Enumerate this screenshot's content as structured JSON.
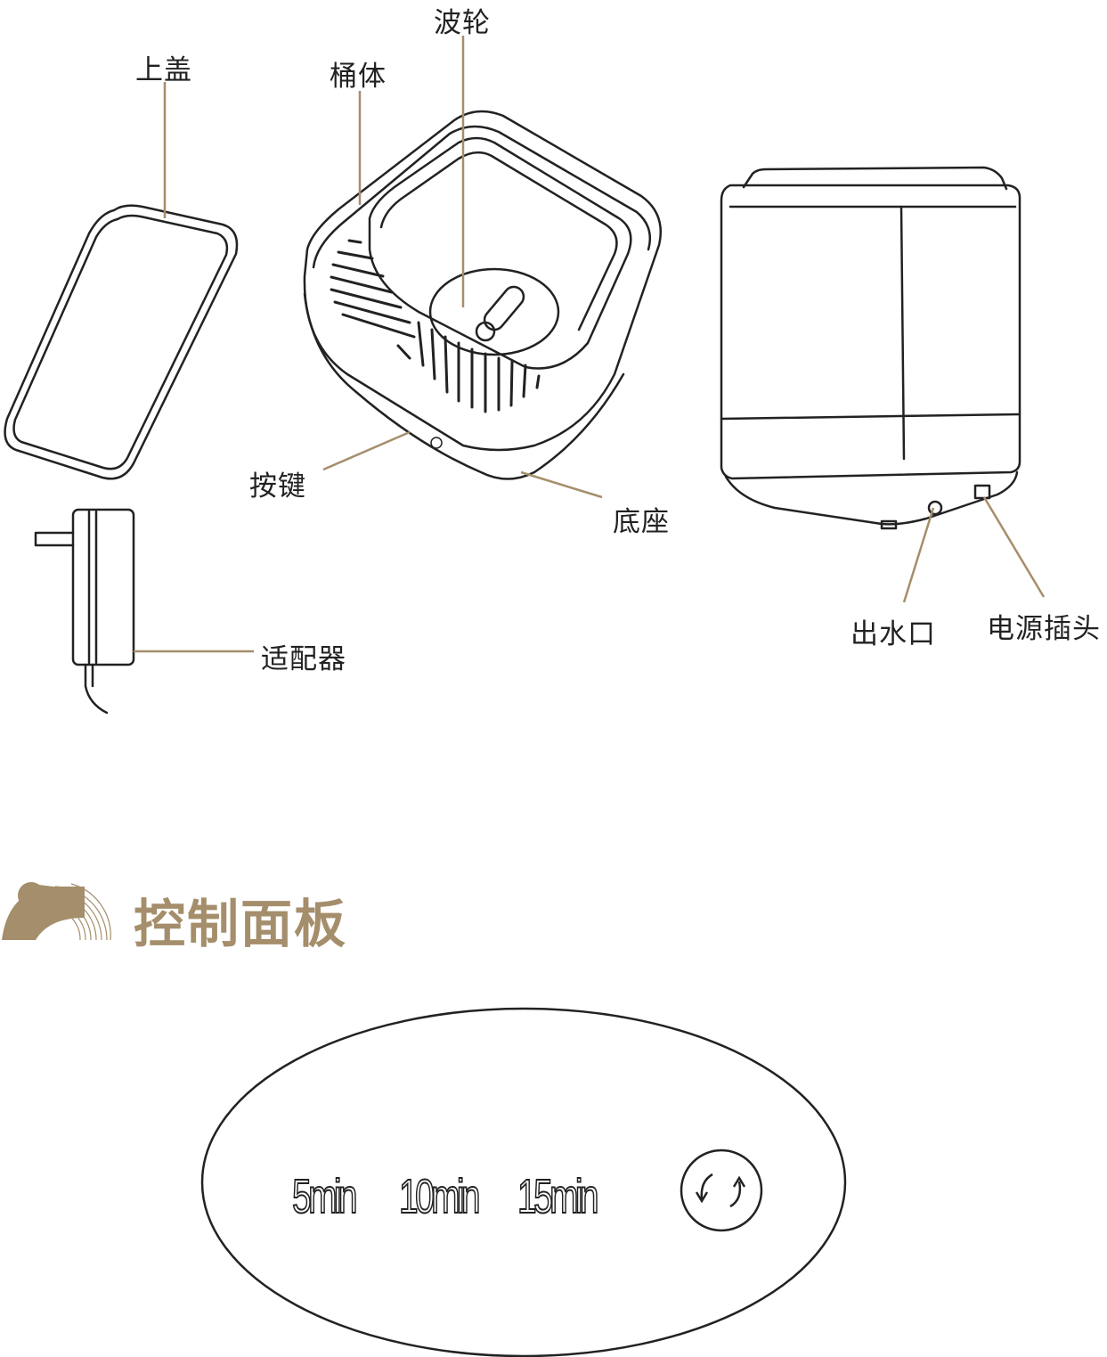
{
  "parts": {
    "lid": "上盖",
    "tub": "桶体",
    "impeller": "波轮",
    "buttons": "按键",
    "base": "底座",
    "adapter": "适配器",
    "water_outlet": "出水口",
    "power_plug": "电源插头"
  },
  "section": {
    "title": "控制面板"
  },
  "control_panel": {
    "buttons": [
      {
        "label": "5min"
      },
      {
        "label": "10min"
      },
      {
        "label": "15min"
      },
      {
        "icon": "cycle-icon"
      }
    ]
  },
  "colors": {
    "accent": "#a58e6b",
    "line": "#222222"
  }
}
